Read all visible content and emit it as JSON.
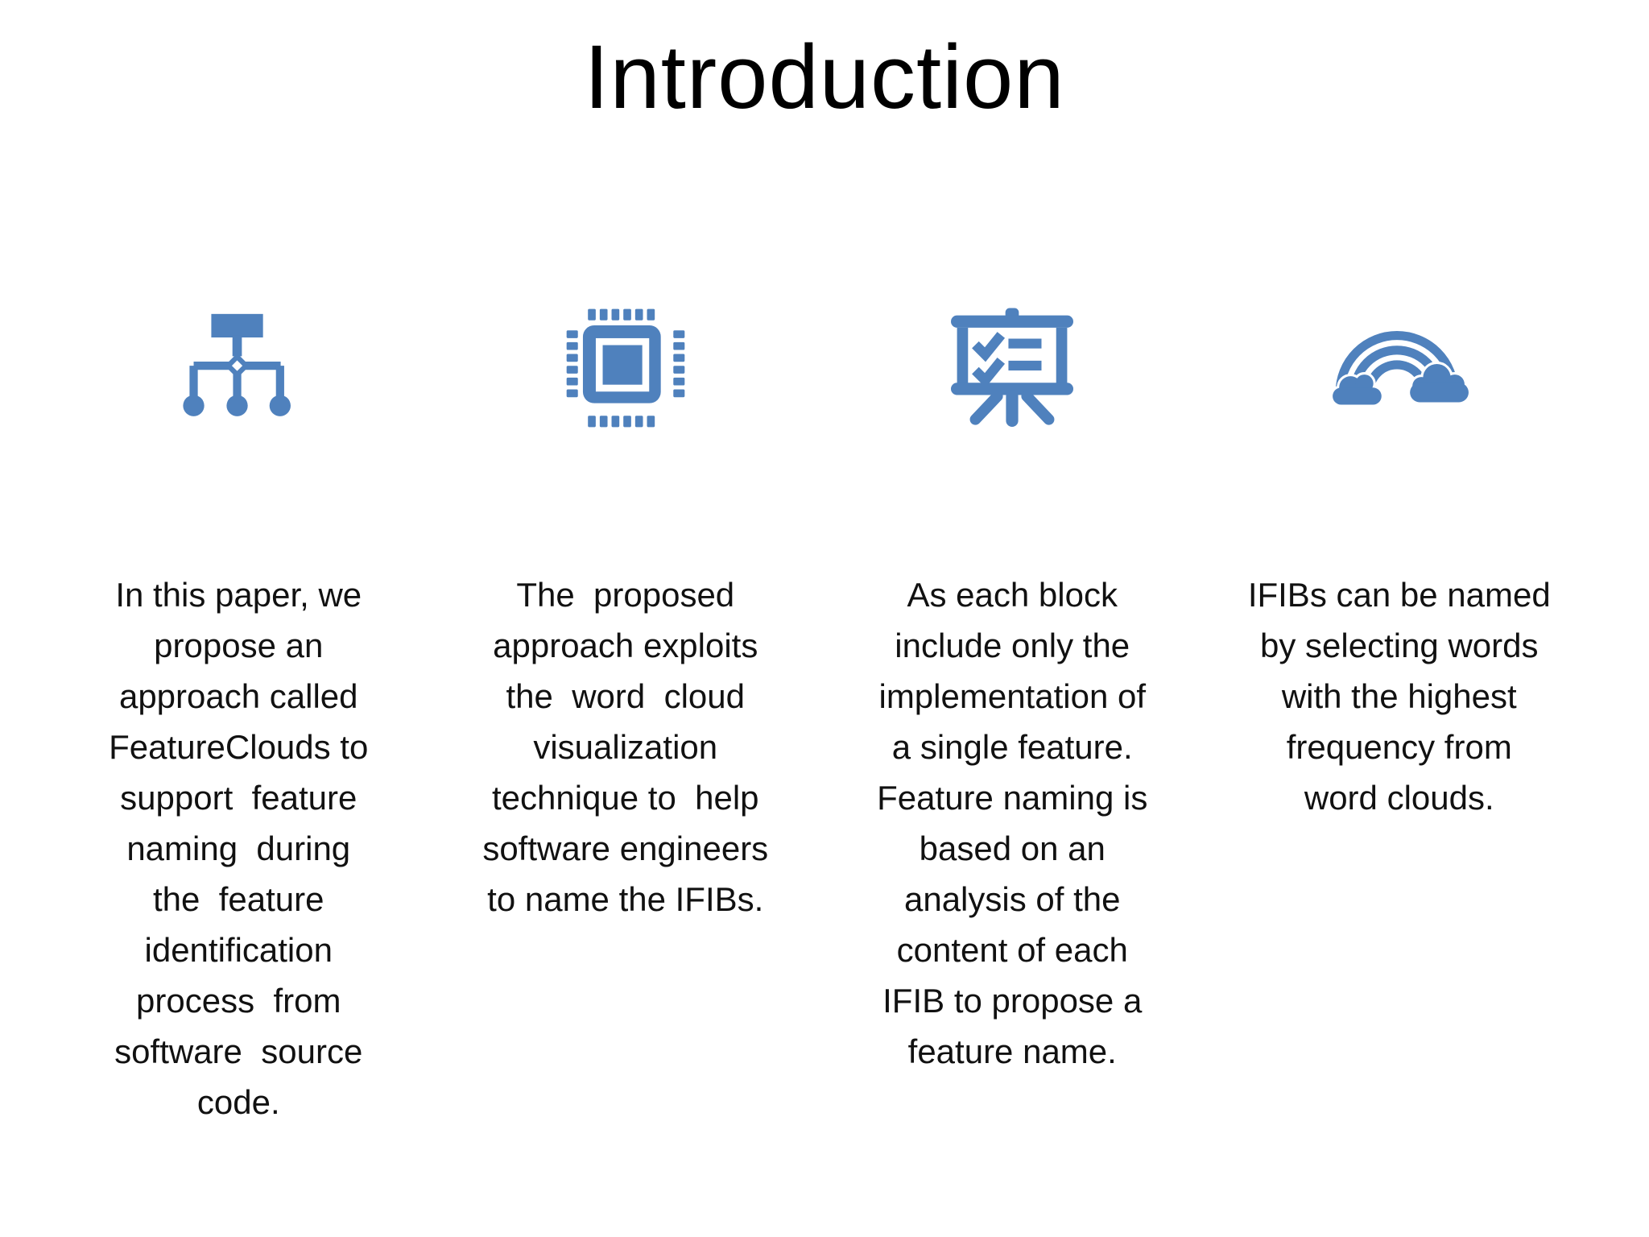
{
  "slide": {
    "title": "Introduction",
    "accent_color": "#4f81bd",
    "background_color": "#ffffff",
    "text_color": "#111111"
  },
  "columns": [
    {
      "icon": "flowchart-hierarchy-icon",
      "text": "In this paper, we\npropose an\napproach called\nFeatureClouds to\nsupport  feature\nnaming  during\nthe  feature\nidentification\nprocess  from\nsoftware  source\ncode."
    },
    {
      "icon": "cpu-chip-icon",
      "text": "The  proposed\napproach exploits\nthe  word  cloud\nvisualization\ntechnique to  help\nsoftware engineers\nto name the IFIBs."
    },
    {
      "icon": "presentation-checklist-icon",
      "text": "As each block\ninclude only the\nimplementation of\na single feature.\nFeature naming is\nbased on an\nanalysis of the\ncontent of each\nIFIB to propose a\nfeature name."
    },
    {
      "icon": "rainbow-clouds-icon",
      "text": "IFIBs can be named\nby selecting words\nwith the highest\nfrequency from\nword clouds."
    }
  ]
}
